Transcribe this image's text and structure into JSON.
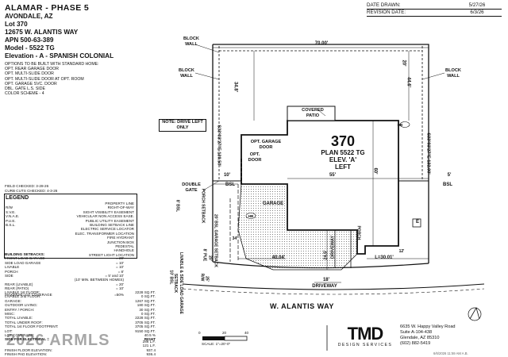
{
  "header": {
    "title": "ALAMAR - PHASE 5",
    "city": "AVONDALE, AZ",
    "lot": "Lot 370",
    "address": "12675 W. ALANTIS WAY",
    "apn": "APN 500-63-389",
    "model": "Model - 5522 TG",
    "elevation": "Elevation - A - SPANISH COLONIAL",
    "options_heading": "OPTIONS TO BE BUILT WITH STANDARD HOME:",
    "options": [
      "OPT. REAR GARAGE DOOR",
      "OPT. MULTI-SLIDE DOOR",
      "OPT. MULTI-SLIDE DOOR AT OPT. ROOM",
      "OPT. GARAGE SVC. DOOR",
      "DBL. GATE L.S. SIDE",
      "COLOR SCHEME - 4"
    ]
  },
  "revision": {
    "date_drawn_label": "DATE DRAWN:",
    "date_drawn": "5/27/26",
    "revision_date_label": "REVISION DATE:",
    "revision_date": "6/3/26"
  },
  "plan": {
    "lot_number": "370",
    "plan_name": "PLAN 5522 TG",
    "elevation": "ELEV. 'A'",
    "handing": "LEFT",
    "rear_width": "70.00'",
    "side_left": "S33°03'27\"E 130.50'",
    "side_right": "S33°03'27\"E 132.00'",
    "rear_setback_left": "34.8'",
    "rear_setback_right": "44.6'",
    "top_dim": "20'",
    "building_width": "55'",
    "left_side_yard": "10'",
    "right_side_yard": "5'",
    "building_depth": "60'",
    "bsl_left": "BSL",
    "bsl_right": "BSL",
    "garage": "GARAGE",
    "covered_patio": "COVERED PATIO",
    "opt_garage_door": "OPT. GARAGE DOOR",
    "opt_door": "OPT. DOOR",
    "note_drive": "NOTE: DRIVE LEFT ONLY",
    "block_wall_1": "BLOCK WALL",
    "block_wall_2": "BLOCK WALL",
    "block_wall_3": "BLOCK WALL",
    "double_gate": "DOUBLE GATE",
    "hb1": "HB",
    "hb2": "HB",
    "front_setback_garage": "20' BSL GARAGE SETBACK",
    "porch_setback": "PORCH SETBACK",
    "porch_bsl": "8' BSL",
    "bsl_front_10": "10' BSL",
    "livable_setback": "LIVABLE & SIDE LOAD GARAGE SETBACK",
    "driveway": "DRIVEWAY",
    "driveway_depth": "24.5'",
    "driveway_width": "18'",
    "frontage_left": "40.04'",
    "frontage_right": "L=30.01'",
    "pue": "8' PUE",
    "row_label": "R/W",
    "dim_34": "34'",
    "dim_12": "12'",
    "dim_20": "20'",
    "dim_25": "25'",
    "porch_label": "PORCH",
    "e_marker": "E",
    "street": "W. ALANTIS WAY"
  },
  "field": {
    "checked": "FIELD CHECKED: 3-28-26",
    "curb_cuts": "CURB CUTS CHECKED: 4-3-26"
  },
  "legend": {
    "title": "LEGEND",
    "items": [
      [
        "",
        "PROPERTY LINE"
      ],
      [
        "R/W",
        "RIGHT-OF-WAY"
      ],
      [
        "S.V.E.",
        "SIGHT VISIBILITY EASEMENT"
      ],
      [
        "V.N.A.E.",
        "VEHICULAR NON ACCESS EASE."
      ],
      [
        "P.U.E.",
        "PUBLIC UTILITY EASEMENT"
      ],
      [
        "B.S.L.",
        "BUILDING SETBACK LINE"
      ],
      [
        "",
        "ELECTRIC SERVICE LOCATOR"
      ],
      [
        "",
        "ELEC. TRANSFORMER LOCATION"
      ],
      [
        "",
        "FIRE HYDRANT"
      ],
      [
        "",
        "JUNCTION BOX"
      ],
      [
        "",
        "PEDESTAL"
      ],
      [
        "",
        "HANDHOLE"
      ],
      [
        "",
        "STREET LIGHT LOCATION"
      ]
    ]
  },
  "setbacks": {
    "title": "BUILDING SETBACKS:",
    "rows": [
      [
        "FRONT LOAD GARAGE",
        "= 20'"
      ],
      [
        "SIDE LOAD GARAGE",
        "= 10'"
      ],
      [
        "LIVABLE",
        "= 10'"
      ],
      [
        "PORCH",
        "= 8'"
      ],
      [
        "SIDE",
        "= 5' and 10'"
      ],
      [
        "",
        "(10' MIN. BETWEEN HOMES)"
      ],
      [
        "REAR (LIVABLE)",
        "= 20'"
      ],
      [
        "REAR (PATIO)",
        "= 10'"
      ]
    ],
    "max_coverage_label": "MAXIMUM LOT COVERAGE",
    "max_coverage": "=50%"
  },
  "stats": {
    "rows": [
      [
        "LIVABLE 1st FLOOR:",
        "2228 SQ.FT."
      ],
      [
        "LIVABLE 2nd FLOOR:",
        "0 SQ.FT."
      ],
      [
        "GARAGE:",
        "1267 SQ.FT."
      ],
      [
        "OUTDOOR LIVING:",
        "180 SQ.FT."
      ],
      [
        "ENTRY / PORCH:",
        "30 SQ.FT."
      ],
      [
        "MISC:",
        "0 SQ.FT."
      ],
      [
        "TOTAL LIVABLE:",
        "2228 SQ.FT."
      ],
      [
        "TOTAL UNDER ROOF:",
        "3705 SQ.FT."
      ],
      [
        "TOTAL 1st FLOOR FOOTPRINT:",
        "3705 SQ.FT."
      ],
      [
        "LOT:",
        "9150 SQ.FT."
      ],
      [
        "LOT COVERAGE:",
        "40.5 %"
      ],
      [
        "SIDE FOR ELECTRICAL =",
        "RIGHT"
      ]
    ],
    "bottom_rows": [
      [
        "",
        "286 L.F."
      ],
      [
        "",
        "121 L.F."
      ],
      [
        "FINISH FLOOR ELEVATION:",
        "937.4"
      ],
      [
        "FINISH PAD ELEVATION:",
        "936.4"
      ]
    ]
  },
  "scale": {
    "ticks": [
      "0",
      "20",
      "40"
    ],
    "label": "SCALE: 1\"=20'-0\""
  },
  "logo": {
    "mark": "TMD",
    "tagline": "DESIGN SERVICES"
  },
  "company": {
    "address1": "6635 W. Happy Valley Road",
    "address2": "Suite A-104-438",
    "address3": "Glendale, AZ 85310",
    "phone": "(602) 882-5419"
  },
  "watermark": "2026 ARMLS",
  "footer_stamp": "6/6/2026 11:59 AM A.B."
}
